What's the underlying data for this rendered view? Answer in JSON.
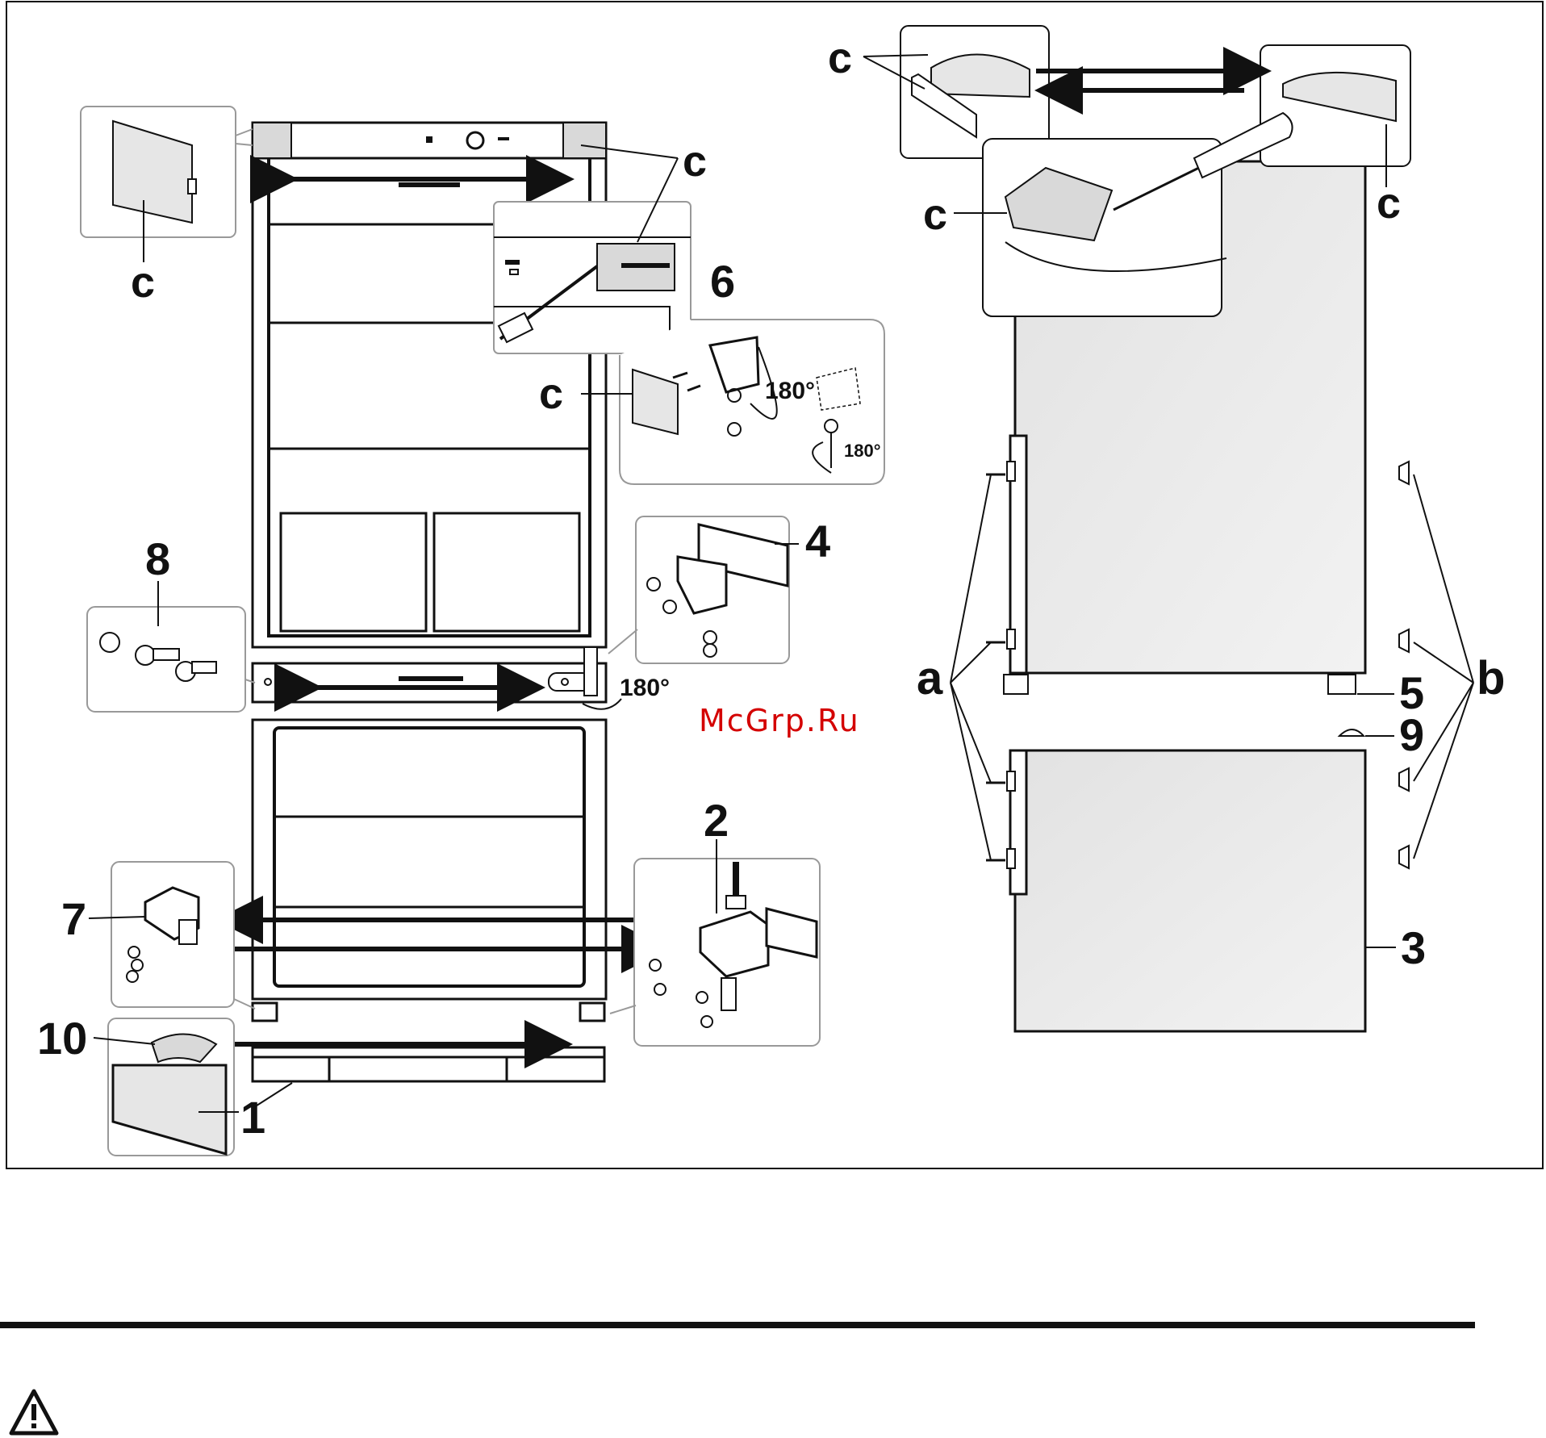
{
  "labels": {
    "c": "c",
    "a": "a",
    "b": "b",
    "n1": "1",
    "n2": "2",
    "n3": "3",
    "n4": "4",
    "n5": "5",
    "n6": "6",
    "n7": "7",
    "n8": "8",
    "n9": "9",
    "n10": "10",
    "deg180": "180°"
  },
  "watermark": "McGrp.Ru",
  "icons": {
    "warning": "warning-triangle-icon"
  },
  "colors": {
    "line": "#111111",
    "panel": "#e6e6e6",
    "watermark": "#d40000"
  }
}
